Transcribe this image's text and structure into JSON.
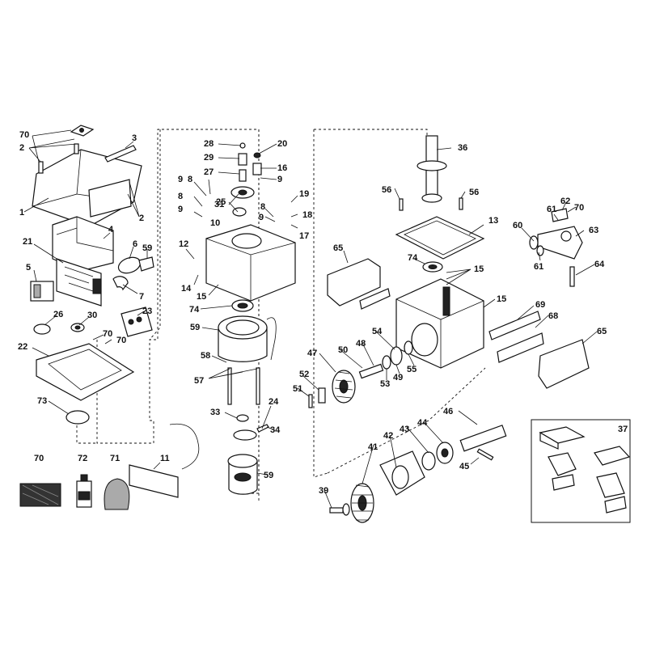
{
  "diagram": {
    "callouts": [
      {
        "label": "70"
      },
      {
        "label": "2"
      },
      {
        "label": "3"
      },
      {
        "label": "1"
      },
      {
        "label": "2"
      },
      {
        "label": "4"
      },
      {
        "label": "21"
      },
      {
        "label": "6"
      },
      {
        "label": "59"
      },
      {
        "label": "5"
      },
      {
        "label": "7"
      },
      {
        "label": "26"
      },
      {
        "label": "30"
      },
      {
        "label": "23"
      },
      {
        "label": "70"
      },
      {
        "label": "70"
      },
      {
        "label": "22"
      },
      {
        "label": "73"
      },
      {
        "label": "28"
      },
      {
        "label": "29"
      },
      {
        "label": "27"
      },
      {
        "label": "20"
      },
      {
        "label": "16"
      },
      {
        "label": "9"
      },
      {
        "label": "9"
      },
      {
        "label": "8"
      },
      {
        "label": "8"
      },
      {
        "label": "31"
      },
      {
        "label": "25"
      },
      {
        "label": "9"
      },
      {
        "label": "10"
      },
      {
        "label": "8"
      },
      {
        "label": "9"
      },
      {
        "label": "19"
      },
      {
        "label": "18"
      },
      {
        "label": "17"
      },
      {
        "label": "12"
      },
      {
        "label": "14"
      },
      {
        "label": "15"
      },
      {
        "label": "74"
      },
      {
        "label": "59"
      },
      {
        "label": "58"
      },
      {
        "label": "57"
      },
      {
        "label": "33"
      },
      {
        "label": "24"
      },
      {
        "label": "34"
      },
      {
        "label": "59"
      },
      {
        "label": "11"
      },
      {
        "label": "70"
      },
      {
        "label": "72"
      },
      {
        "label": "71"
      },
      {
        "label": "36"
      },
      {
        "label": "56"
      },
      {
        "label": "56"
      },
      {
        "label": "13"
      },
      {
        "label": "65"
      },
      {
        "label": "74"
      },
      {
        "label": "15"
      },
      {
        "label": "15"
      },
      {
        "label": "61"
      },
      {
        "label": "62"
      },
      {
        "label": "70"
      },
      {
        "label": "60"
      },
      {
        "label": "63"
      },
      {
        "label": "61"
      },
      {
        "label": "64"
      },
      {
        "label": "69"
      },
      {
        "label": "68"
      },
      {
        "label": "65"
      },
      {
        "label": "47"
      },
      {
        "label": "50"
      },
      {
        "label": "48"
      },
      {
        "label": "54"
      },
      {
        "label": "53"
      },
      {
        "label": "49"
      },
      {
        "label": "55"
      },
      {
        "label": "52"
      },
      {
        "label": "51"
      },
      {
        "label": "46"
      },
      {
        "label": "43"
      },
      {
        "label": "44"
      },
      {
        "label": "42"
      },
      {
        "label": "41"
      },
      {
        "label": "45"
      },
      {
        "label": "39"
      },
      {
        "label": "37"
      }
    ]
  }
}
